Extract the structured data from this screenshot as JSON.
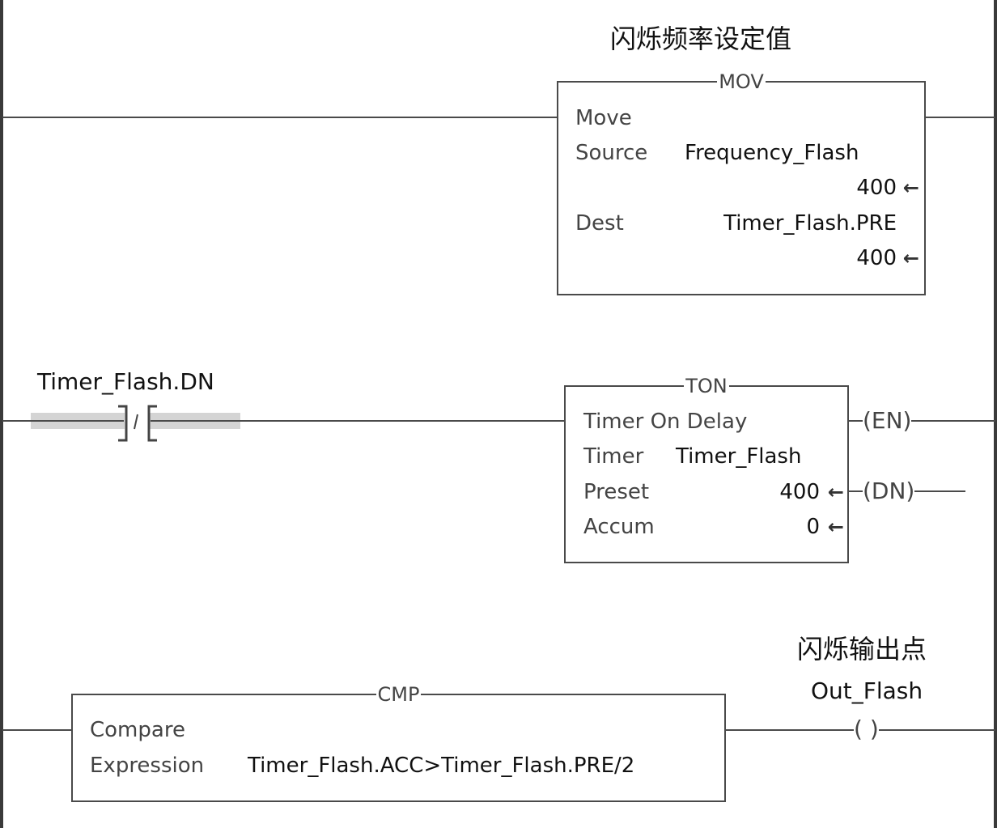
{
  "rungs": [
    {
      "comment": "闪烁频率设定值",
      "instruction": {
        "mnemonic": "MOV",
        "description": "Move",
        "params": [
          {
            "label": "Source",
            "tag": "Frequency_Flash",
            "value": "400"
          },
          {
            "label": "Dest",
            "tag": "Timer_Flash.PRE",
            "value": "400"
          }
        ]
      }
    },
    {
      "contact": {
        "tag": "Timer_Flash.DN",
        "symbol": "]/[",
        "type": "XIO"
      },
      "instruction": {
        "mnemonic": "TON",
        "description": "Timer On Delay",
        "timer_label": "Timer",
        "timer_tag": "Timer_Flash",
        "preset_label": "Preset",
        "preset_value": "400",
        "accum_label": "Accum",
        "accum_value": "0",
        "outputs": [
          "(EN)",
          "(DN)"
        ]
      }
    },
    {
      "instruction": {
        "mnemonic": "CMP",
        "description": "Compare",
        "expression_label": "Expression",
        "expression": "Timer_Flash.ACC>Timer_Flash.PRE/2"
      },
      "output": {
        "comment": "闪烁输出点",
        "tag": "Out_Flash",
        "symbol": "( )",
        "type": "OTE"
      }
    }
  ],
  "icons": {
    "value_arrow": "←"
  }
}
